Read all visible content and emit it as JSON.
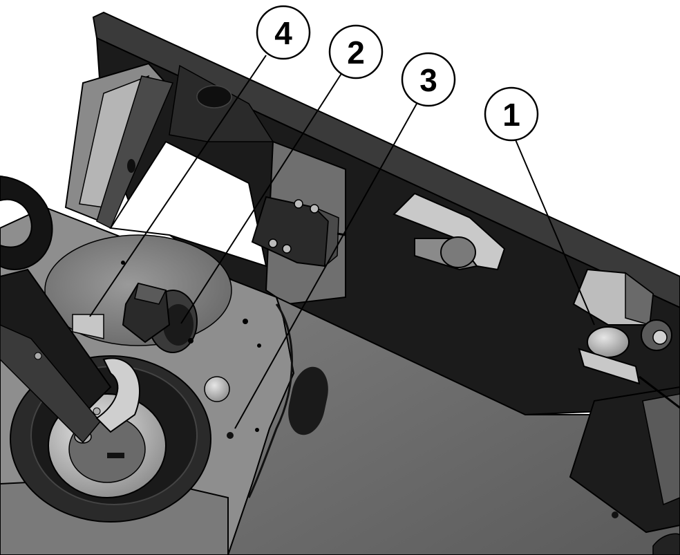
{
  "callouts": [
    {
      "label": "4"
    },
    {
      "label": "2"
    },
    {
      "label": "3"
    },
    {
      "label": "1"
    }
  ],
  "colors": {
    "background": "#ffffff",
    "ink": "#000000",
    "panel_dark": "#1e1e1e",
    "panel_mid": "#6e6e6e",
    "panel_light": "#9a9a9a",
    "highlight": "#d8d8d8"
  },
  "icons": [
    "callout-circle",
    "leader-line",
    "connector-component",
    "cam-latch",
    "switch-block",
    "tiller-handle",
    "knob",
    "bolt-head"
  ]
}
